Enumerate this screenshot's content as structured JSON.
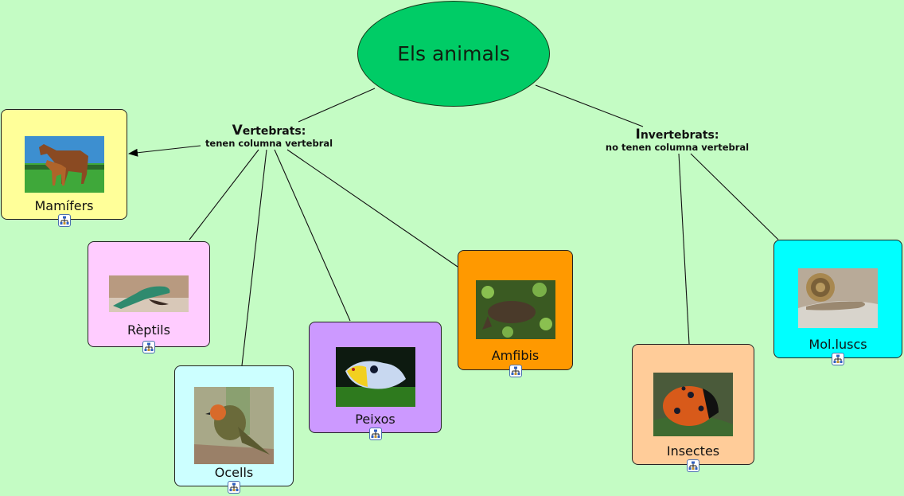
{
  "background_color": "#c4fcc4",
  "root": {
    "label": "Els animals",
    "color": "#00cc66"
  },
  "link_phrases": {
    "vertebrats": {
      "head_cap": "V",
      "head_rest": "ertebrats:",
      "sub": "tenen columna vertebral"
    },
    "invertebrats": {
      "head_cap": "I",
      "head_rest": "nvertebrats:",
      "sub": "no tenen columna vertebral"
    }
  },
  "concepts": [
    {
      "id": "mamifers",
      "label": "Mamífers",
      "color": "#ffff99",
      "image": "horse-photo"
    },
    {
      "id": "reptils",
      "label": "Rèptils",
      "color": "#ffccff",
      "image": "lizard-photo"
    },
    {
      "id": "ocells",
      "label": "Ocells",
      "color": "#ccffff",
      "image": "robin-photo"
    },
    {
      "id": "peixos",
      "label": "Peixos",
      "color": "#cc99ff",
      "image": "fish-photo"
    },
    {
      "id": "amfibis",
      "label": "Amfibis",
      "color": "#ff9900",
      "image": "frog-photo"
    },
    {
      "id": "insectes",
      "label": "Insectes",
      "color": "#ffcc99",
      "image": "ladybug-photo"
    },
    {
      "id": "molluscs",
      "label": "Mol.luscs",
      "color": "#00ffff",
      "image": "snail-photo"
    }
  ],
  "submap_icon": "concept-map-icon"
}
